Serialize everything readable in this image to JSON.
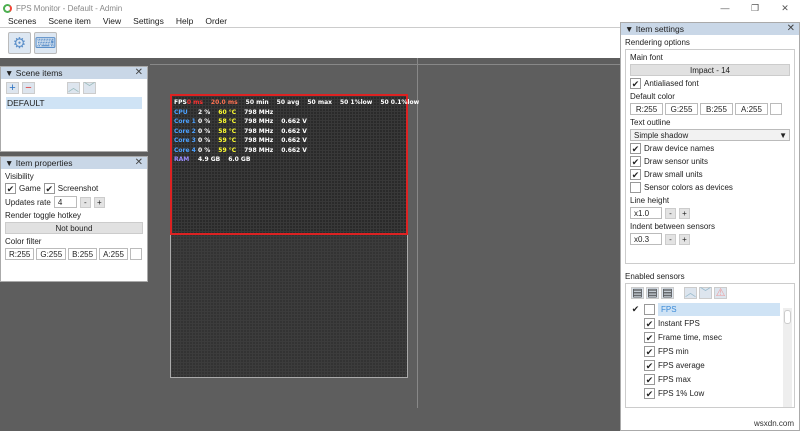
{
  "window": {
    "title": "FPS Monitor - Default - Admin",
    "controls": [
      "—",
      "❐",
      "✕"
    ]
  },
  "menu": [
    "Scenes",
    "Scene item",
    "View",
    "Settings",
    "Help",
    "Order"
  ],
  "toolbar": {
    "settings_icon": "⚙",
    "keyboard_icon": "⌨"
  },
  "scene_items": {
    "title": "Scene items",
    "add": "+",
    "remove": "−",
    "up": "︿",
    "down": "﹀",
    "items": [
      "DEFAULT"
    ]
  },
  "item_properties": {
    "title": "Item properties",
    "visibility": "Visibility",
    "game": "Game",
    "screenshot": "Screenshot",
    "updates_rate_label": "Updates rate",
    "updates_rate": "4",
    "minus": "-",
    "plus": "+",
    "hotkey_label": "Render toggle hotkey",
    "hotkey": "Not bound",
    "color_filter": "Color filter",
    "r": "R:255",
    "g": "G:255",
    "b": "B:255",
    "a": "A:255"
  },
  "overlay": {
    "rows": [
      {
        "label": "FPS",
        "label_color": "#ffffff",
        "cells": [
          {
            "t": "0 ms",
            "c": "#ff3030"
          },
          {
            "t": "20.0 ms",
            "c": "#ff7050"
          },
          {
            "t": "50 min",
            "c": "#ffffff"
          },
          {
            "t": "50 avg",
            "c": "#ffffff"
          },
          {
            "t": "50 max",
            "c": "#ffffff"
          },
          {
            "t": "50 1%low",
            "c": "#ffffff"
          },
          {
            "t": "50 0.1%low",
            "c": "#ffffff"
          }
        ]
      },
      {
        "label": "CPU",
        "label_color": "#4aa0ff",
        "cells": [
          {
            "t": "2 %",
            "c": "#ffffff"
          },
          {
            "t": "60 °C",
            "c": "#ffff30"
          },
          {
            "t": "798 MHz",
            "c": "#ffffff"
          }
        ]
      },
      {
        "label": "Core 1",
        "label_color": "#4aa0ff",
        "cells": [
          {
            "t": "0 %",
            "c": "#ffffff"
          },
          {
            "t": "58 °C",
            "c": "#ffff30"
          },
          {
            "t": "798 MHz",
            "c": "#ffffff"
          },
          {
            "t": "0.662 V",
            "c": "#ffffff"
          }
        ]
      },
      {
        "label": "Core 2",
        "label_color": "#4aa0ff",
        "cells": [
          {
            "t": "0 %",
            "c": "#ffffff"
          },
          {
            "t": "58 °C",
            "c": "#ffff30"
          },
          {
            "t": "798 MHz",
            "c": "#ffffff"
          },
          {
            "t": "0.662 V",
            "c": "#ffffff"
          }
        ]
      },
      {
        "label": "Core 3",
        "label_color": "#4aa0ff",
        "cells": [
          {
            "t": "0 %",
            "c": "#ffffff"
          },
          {
            "t": "59 °C",
            "c": "#ffff30"
          },
          {
            "t": "798 MHz",
            "c": "#ffffff"
          },
          {
            "t": "0.662 V",
            "c": "#ffffff"
          }
        ]
      },
      {
        "label": "Core 4",
        "label_color": "#4aa0ff",
        "cells": [
          {
            "t": "0 %",
            "c": "#ffffff"
          },
          {
            "t": "59 °C",
            "c": "#ffff30"
          },
          {
            "t": "798 MHz",
            "c": "#ffffff"
          },
          {
            "t": "0.662 V",
            "c": "#ffffff"
          }
        ]
      },
      {
        "label": "RAM",
        "label_color": "#9a8cff",
        "cells": [
          {
            "t": "4.9 GB",
            "c": "#ffffff"
          },
          {
            "t": "6.0 GB",
            "c": "#ffffff"
          }
        ]
      }
    ]
  },
  "item_settings": {
    "title": "Item settings",
    "rendering": "Rendering options",
    "main_font": "Main font",
    "font": "Impact - 14",
    "antialiased": "Antialiased font",
    "default_color": "Default color",
    "r": "R:255",
    "g": "G:255",
    "b": "B:255",
    "a": "A:255",
    "outline_label": "Text outline",
    "outline": "Simple shadow",
    "draw_names": "Draw device names",
    "draw_units": "Draw sensor units",
    "draw_small": "Draw small units",
    "sensor_colors": "Sensor colors as devices",
    "line_height_label": "Line height",
    "line_height": "x1.0",
    "indent_label": "Indent between sensors",
    "indent": "x0.3",
    "minus": "-",
    "plus": "+"
  },
  "sensors": {
    "title": "Enabled sensors",
    "group": "FPS",
    "items": [
      "Instant FPS",
      "Frame time, msec",
      "FPS min",
      "FPS average",
      "FPS max",
      "FPS 1% Low"
    ]
  },
  "watermark": "wsxdn.com"
}
